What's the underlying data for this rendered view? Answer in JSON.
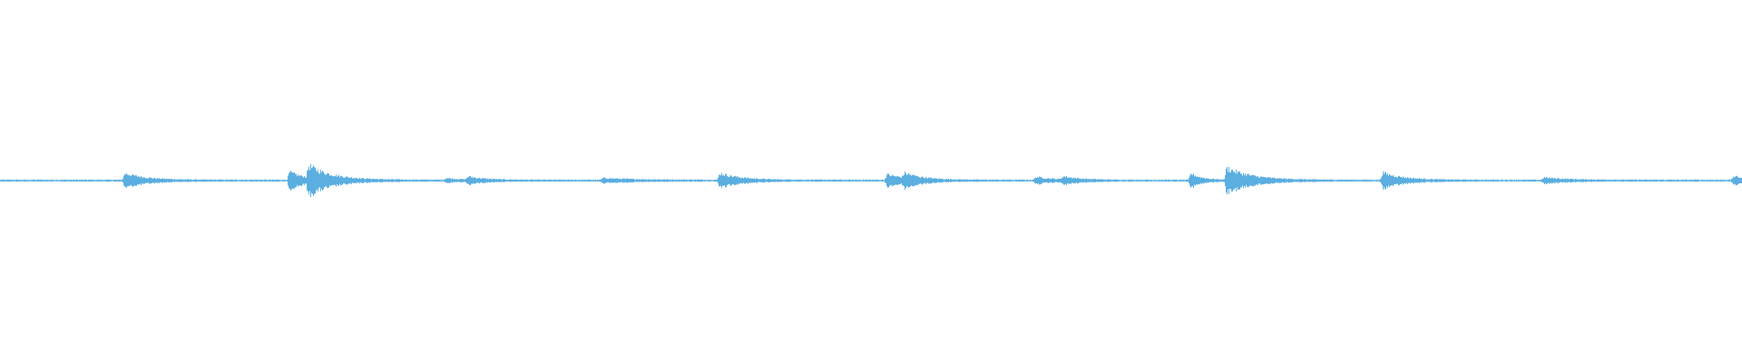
{
  "waveform": {
    "color": "#5aaee0",
    "background": "#ffffff",
    "events": [
      {
        "time": 0.0715,
        "amp": 0.022,
        "decay": 0.012
      },
      {
        "time": 0.166,
        "amp": 0.026,
        "decay": 0.01
      },
      {
        "time": 0.177,
        "amp": 0.04,
        "decay": 0.014
      },
      {
        "time": 0.256,
        "amp": 0.006,
        "decay": 0.008
      },
      {
        "time": 0.2685,
        "amp": 0.01,
        "decay": 0.01
      },
      {
        "time": 0.346,
        "amp": 0.006,
        "decay": 0.02
      },
      {
        "time": 0.413,
        "amp": 0.022,
        "decay": 0.012
      },
      {
        "time": 0.509,
        "amp": 0.018,
        "decay": 0.012
      },
      {
        "time": 0.519,
        "amp": 0.016,
        "decay": 0.01
      },
      {
        "time": 0.5945,
        "amp": 0.01,
        "decay": 0.01
      },
      {
        "time": 0.61,
        "amp": 0.01,
        "decay": 0.01
      },
      {
        "time": 0.6835,
        "amp": 0.022,
        "decay": 0.006
      },
      {
        "time": 0.704,
        "amp": 0.04,
        "decay": 0.014
      },
      {
        "time": 0.7935,
        "amp": 0.024,
        "decay": 0.012
      },
      {
        "time": 0.886,
        "amp": 0.008,
        "decay": 0.014
      },
      {
        "time": 0.995,
        "amp": 0.012,
        "decay": 0.01
      }
    ],
    "noise_floor": 0.003
  }
}
